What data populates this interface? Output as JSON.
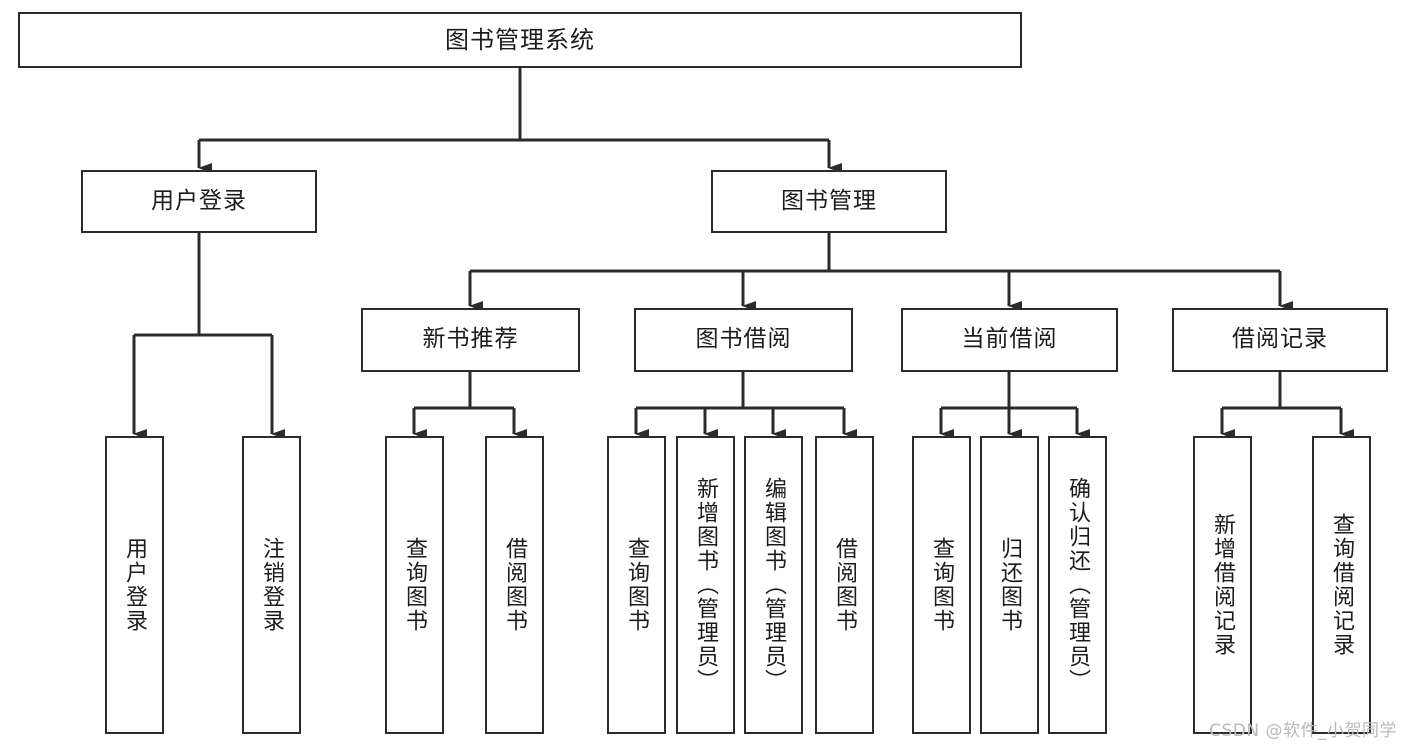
{
  "diagram": {
    "title": "图书管理系统",
    "type": "tree-hierarchy",
    "watermark": "CSDN @软件_小贺同学",
    "colors": {
      "stroke": "#2b2b2b",
      "fill": "#ffffff",
      "text": "#1c1c1c",
      "watermark": "#b9b9b9"
    },
    "nodes": {
      "root": {
        "label": "图书管理系统"
      },
      "level2": [
        {
          "id": "user_login",
          "label": "用户登录"
        },
        {
          "id": "book_manage",
          "label": "图书管理"
        }
      ],
      "level3": [
        {
          "id": "new_book_rec",
          "label": "新书推荐"
        },
        {
          "id": "book_borrow",
          "label": "图书借阅"
        },
        {
          "id": "current_borrow",
          "label": "当前借阅"
        },
        {
          "id": "borrow_record",
          "label": "借阅记录"
        }
      ],
      "leaves": [
        {
          "id": "leaf_user_login",
          "label": "用户登录",
          "parent": "user_login"
        },
        {
          "id": "leaf_logout",
          "label": "注销登录",
          "parent": "user_login"
        },
        {
          "id": "leaf_query_book_1",
          "label": "查询图书",
          "parent": "new_book_rec"
        },
        {
          "id": "leaf_borrow_book_1",
          "label": "借阅图书",
          "parent": "new_book_rec"
        },
        {
          "id": "leaf_query_book_2",
          "label": "查询图书",
          "parent": "book_borrow"
        },
        {
          "id": "leaf_add_book",
          "label": "新增图书（管理员）",
          "parent": "book_borrow"
        },
        {
          "id": "leaf_edit_book",
          "label": "编辑图书（管理员）",
          "parent": "book_borrow"
        },
        {
          "id": "leaf_borrow_book_2",
          "label": "借阅图书",
          "parent": "book_borrow"
        },
        {
          "id": "leaf_query_book_3",
          "label": "查询图书",
          "parent": "current_borrow"
        },
        {
          "id": "leaf_return_book",
          "label": "归还图书",
          "parent": "current_borrow"
        },
        {
          "id": "leaf_confirm_return",
          "label": "确认归还（管理员）",
          "parent": "current_borrow"
        },
        {
          "id": "leaf_add_record",
          "label": "新增借阅记录",
          "parent": "borrow_record"
        },
        {
          "id": "leaf_query_record",
          "label": "查询借阅记录",
          "parent": "borrow_record"
        }
      ]
    }
  }
}
